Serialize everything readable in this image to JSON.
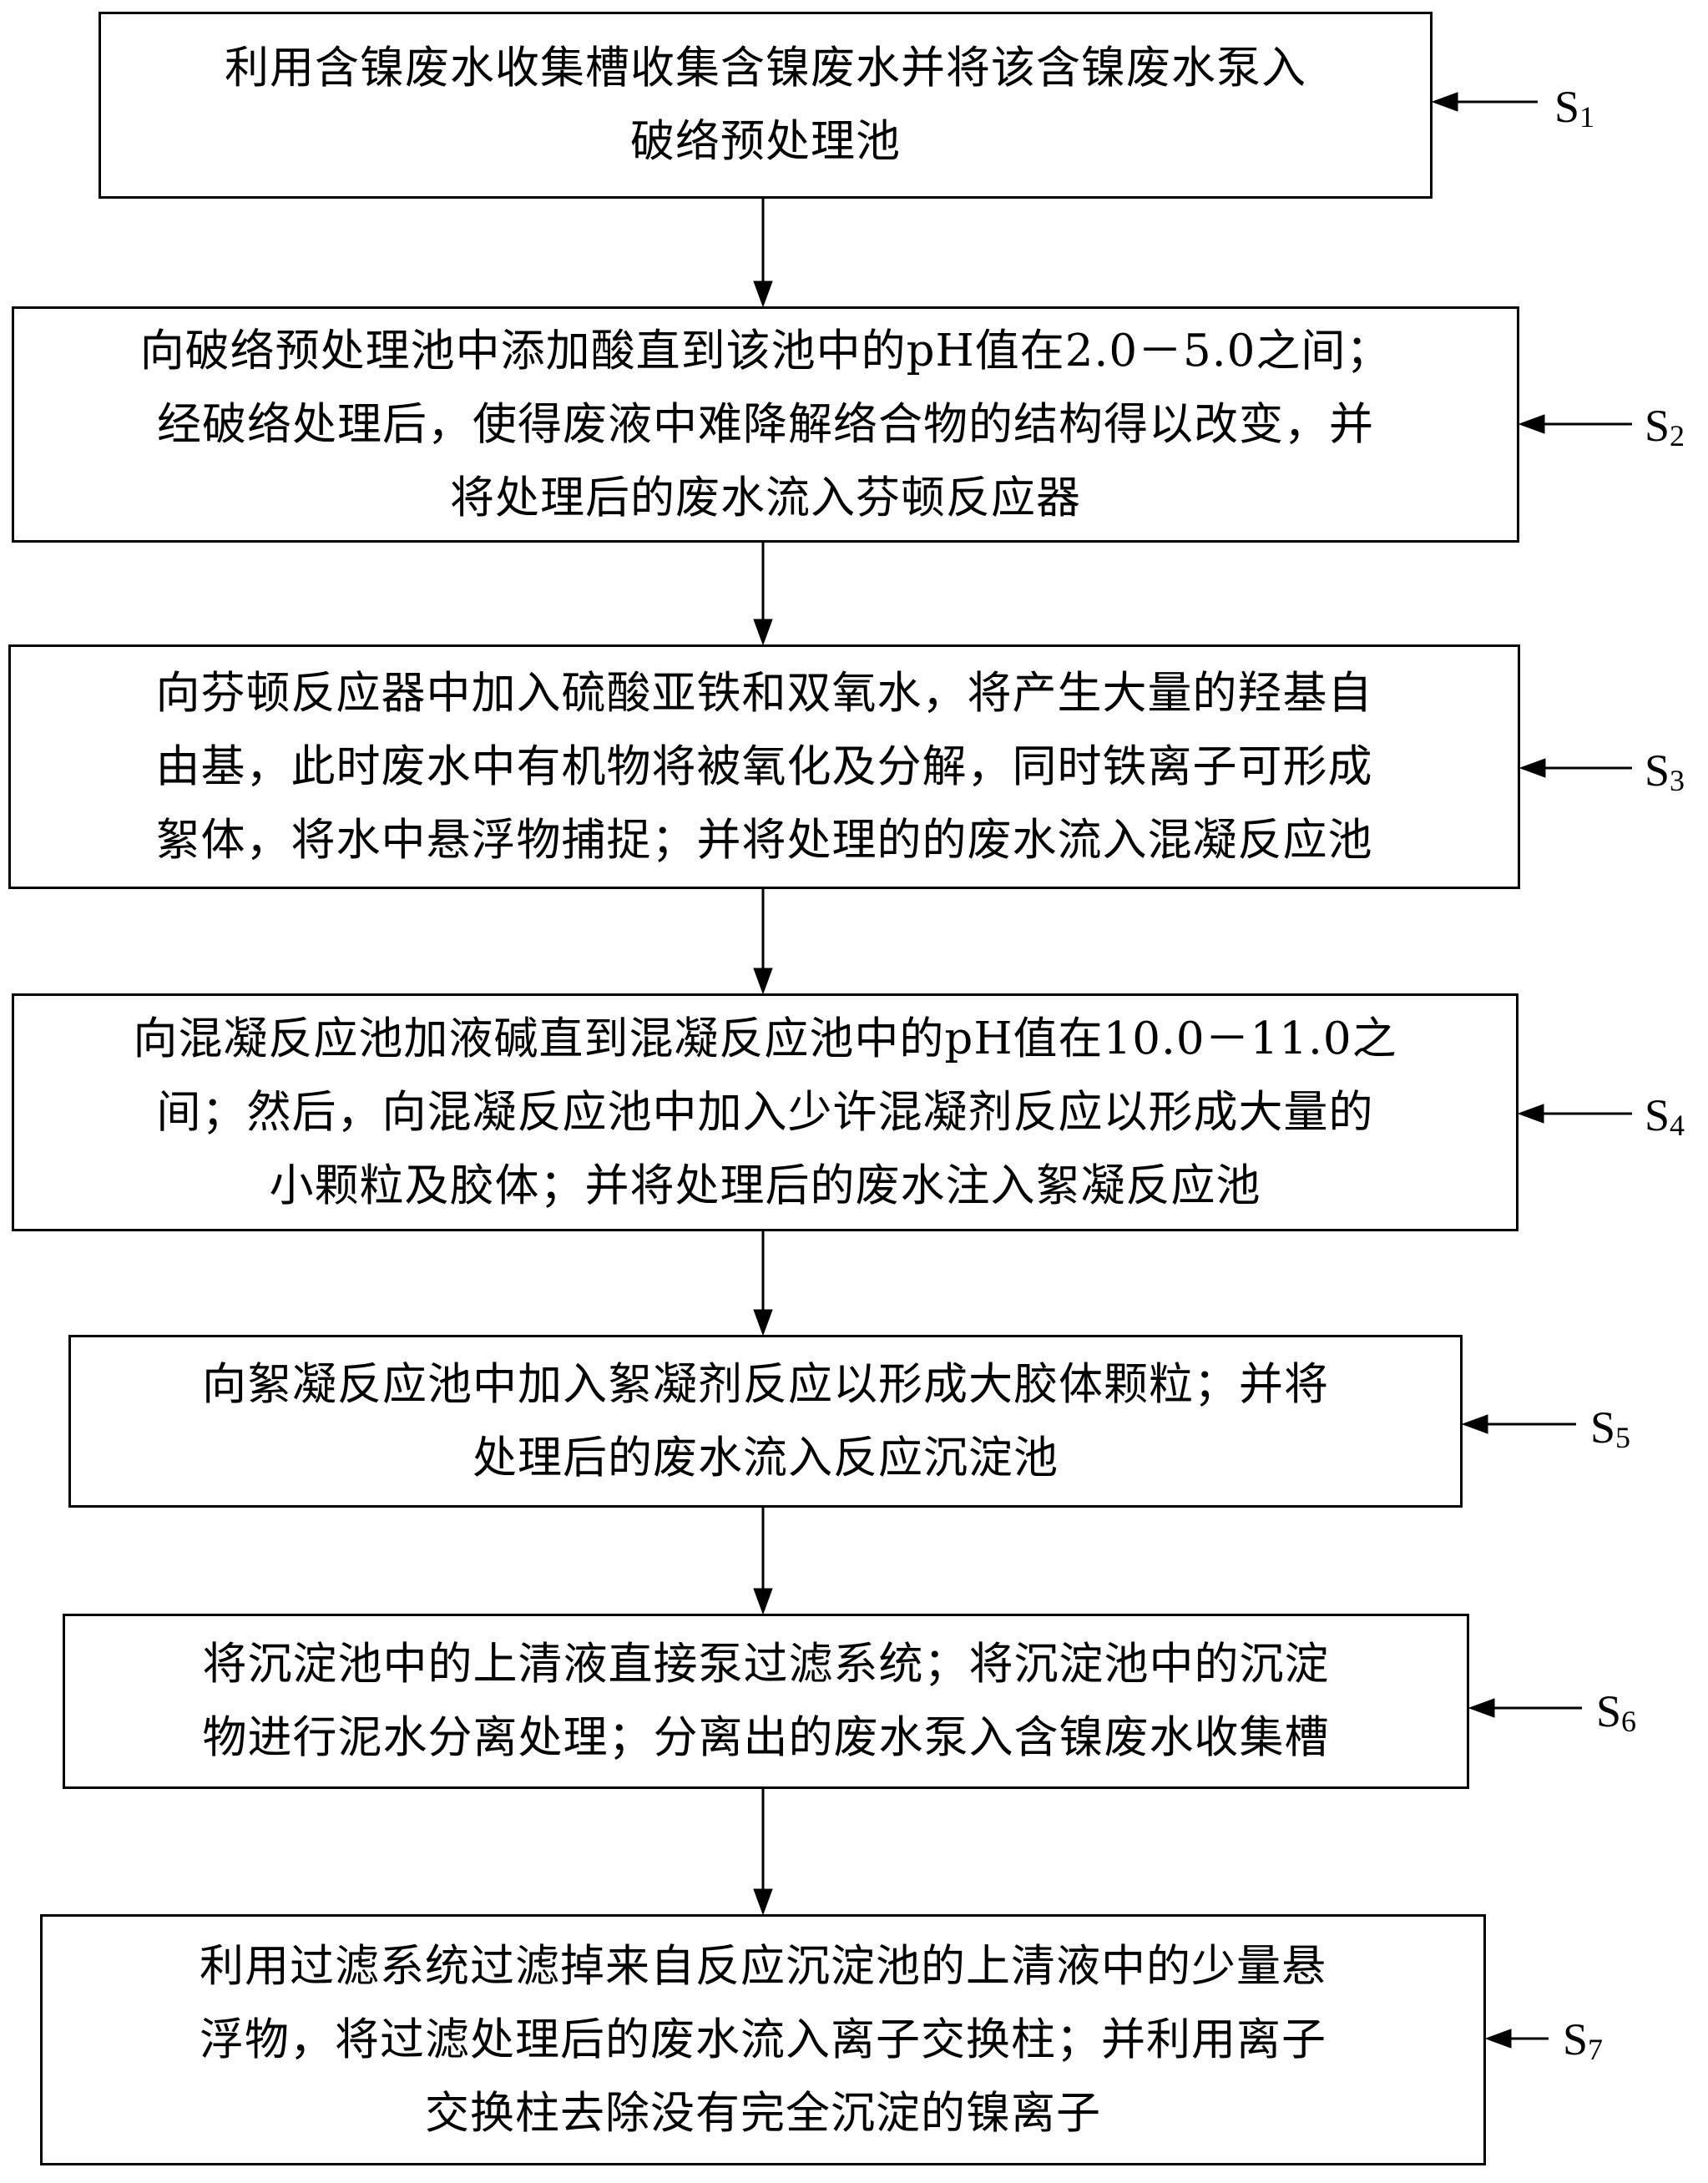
{
  "steps": [
    {
      "id": "S1",
      "label_prefix": "S",
      "label_num": "1",
      "lines": [
        "利用含镍废水收集槽收集含镍废水并将该含镍废水泵入",
        "破络预处理池"
      ]
    },
    {
      "id": "S2",
      "label_prefix": "S",
      "label_num": "2",
      "lines": [
        "向破络预处理池中添加酸直到该池中的pH值在2.0－5.0之间；",
        "经破络处理后，使得废液中难降解络合物的结构得以改变，并",
        "将处理后的废水流入芬顿反应器"
      ]
    },
    {
      "id": "S3",
      "label_prefix": "S",
      "label_num": "3",
      "lines": [
        "向芬顿反应器中加入硫酸亚铁和双氧水，将产生大量的羟基自",
        "由基，此时废水中有机物将被氧化及分解，同时铁离子可形成",
        "絮体，将水中悬浮物捕捉；并将处理的的废水流入混凝反应池"
      ]
    },
    {
      "id": "S4",
      "label_prefix": "S",
      "label_num": "4",
      "lines": [
        "向混凝反应池加液碱直到混凝反应池中的pH值在10.0－11.0之",
        "间；然后，向混凝反应池中加入少许混凝剂反应以形成大量的",
        "小颗粒及胶体；并将处理后的废水注入絮凝反应池"
      ]
    },
    {
      "id": "S5",
      "label_prefix": "S",
      "label_num": "5",
      "lines": [
        "向絮凝反应池中加入絮凝剂反应以形成大胶体颗粒；并将",
        "处理后的废水流入反应沉淀池"
      ]
    },
    {
      "id": "S6",
      "label_prefix": "S",
      "label_num": "6",
      "lines": [
        "将沉淀池中的上清液直接泵过滤系统；将沉淀池中的沉淀",
        "物进行泥水分离处理；分离出的废水泵入含镍废水收集槽"
      ]
    },
    {
      "id": "S7",
      "label_prefix": "S",
      "label_num": "7",
      "lines": [
        "利用过滤系统过滤掉来自反应沉淀池的上清液中的少量悬",
        "浮物，将过滤处理后的废水流入离子交换柱；并利用离子",
        "交换柱去除没有完全沉淀的镍离子"
      ]
    }
  ]
}
